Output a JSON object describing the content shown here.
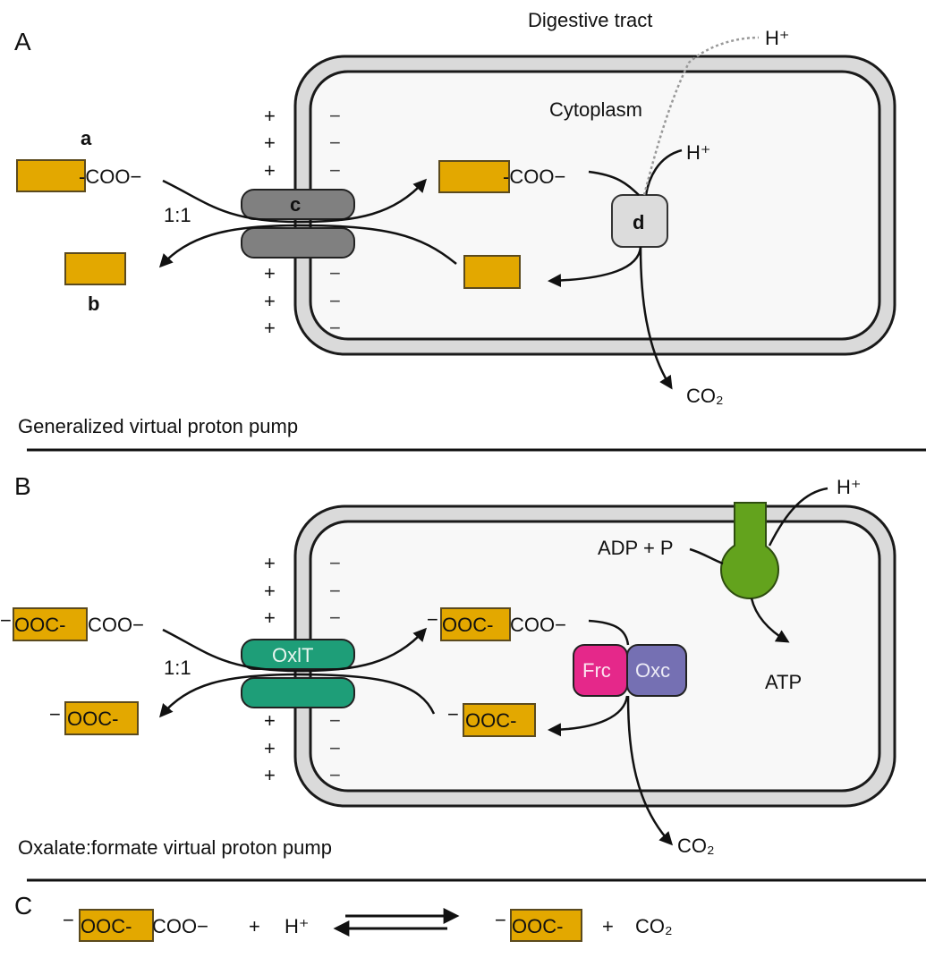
{
  "panel_a": {
    "letter": "A",
    "caption": "Generalized virtual proton pump",
    "outside_label": "Digestive tract",
    "inside_label": "Cytoplasm",
    "label_a": "a",
    "label_b": "b",
    "carboxylate": "-COO−",
    "ratio": "1:1",
    "transporter": "c",
    "enzyme": "d",
    "proton_in": "H⁺",
    "proton_out": "H⁺",
    "co2": "CO₂",
    "outside_charge": "+",
    "inside_charge": "−"
  },
  "panel_b": {
    "letter": "B",
    "caption": "Oxalate:formate virtual proton pump",
    "oxalate_prefix": "−",
    "oxalate_box": "OOC-",
    "oxalate_suffix": "COO−",
    "formate_prefix": "−",
    "formate_box": "OOC-",
    "ratio": "1:1",
    "transporter": "OxlT",
    "enzyme_frc": "Frc",
    "enzyme_oxc": "Oxc",
    "adp": "ADP + P",
    "atp": "ATP",
    "proton": "H⁺",
    "co2": "CO₂",
    "outside_charge": "+",
    "inside_charge": "−"
  },
  "panel_c": {
    "letter": "C",
    "reactant_prefix": "−",
    "reactant_box": "OOC-",
    "reactant_suffix": "COO−",
    "plus1": "+",
    "proton": "H⁺",
    "product_prefix": "−",
    "product_box": "OOC-",
    "plus2": "+",
    "co2": "CO₂"
  },
  "colors": {
    "substrate": "#e3a800",
    "transporter_generic": "#808080",
    "transporter_oxlt": "#1e9e78",
    "enzyme_d": "#dcdcdc",
    "frc": "#e5288a",
    "oxc": "#7570b3",
    "atpase": "#63a31d"
  }
}
